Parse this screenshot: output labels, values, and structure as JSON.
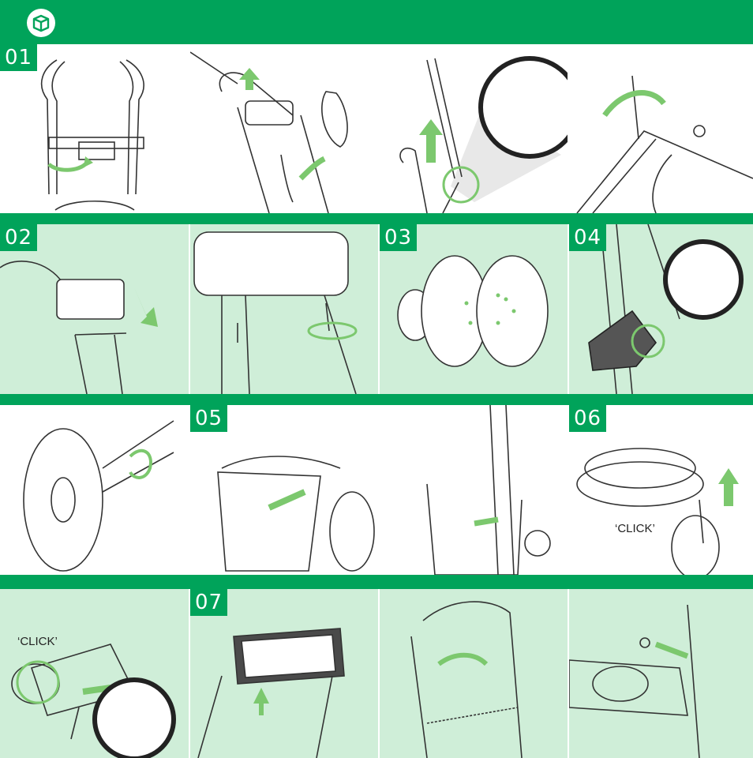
{
  "header": {
    "icon": "package-icon"
  },
  "steps": {
    "s01": "01",
    "s02": "02",
    "s03": "03",
    "s04": "04",
    "s05": "05",
    "s06": "06",
    "s07": "07"
  },
  "captions": {
    "click_a": "‘CLICK’",
    "click_b": "‘CLICK’"
  },
  "colors": {
    "brand_green": "#00a35a",
    "panel_green": "#cfeed8",
    "arrow_green": "#7cc86e",
    "line": "#333333"
  }
}
